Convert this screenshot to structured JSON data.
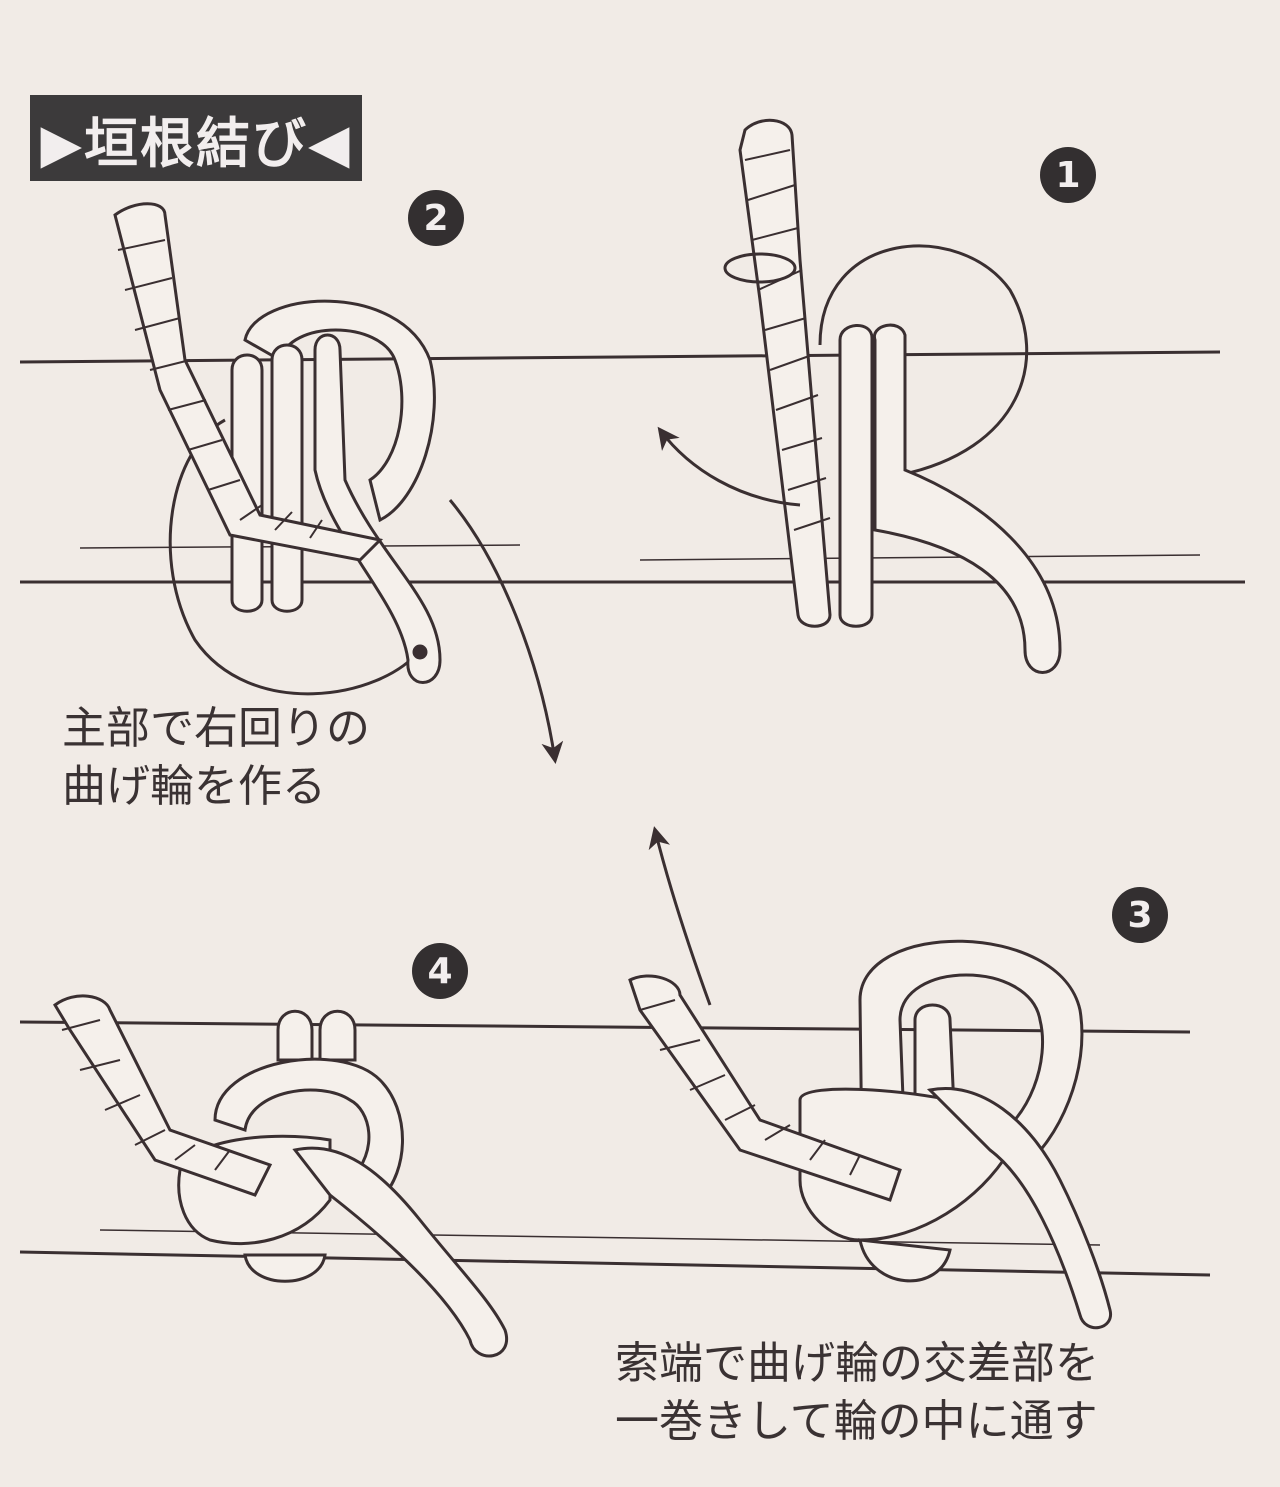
{
  "title": "▶垣根結び◀",
  "steps": [
    {
      "number": "1"
    },
    {
      "number": "2"
    },
    {
      "number": "3"
    },
    {
      "number": "4"
    }
  ],
  "captions": {
    "step2_line1": "主部で右回りの",
    "step2_line2": "曲げ輪を作る",
    "step3_line1": "索端で曲げ輪の交差部を",
    "step3_line2": "一巻きして輪の中に通す"
  },
  "colors": {
    "background": "#f1ebe6",
    "line": "#3a2f31",
    "rope_fill": "#f5f0eb",
    "title_bg": "#3c3a3b"
  }
}
